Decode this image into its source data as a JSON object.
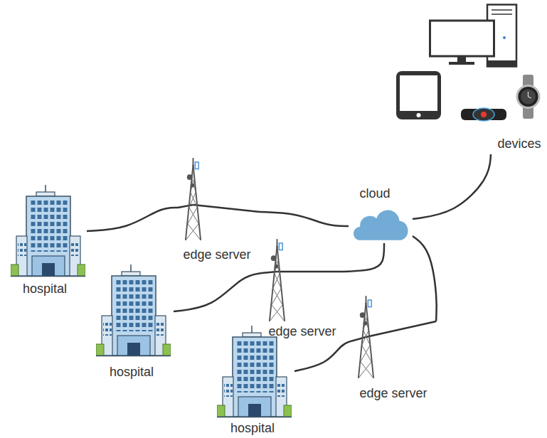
{
  "diagram": {
    "nodes": [
      {
        "text": [
          "devices"
        ]
      },
      {
        "text": [
          "cloud"
        ]
      },
      {
        "text": [
          "hospital"
        ]
      },
      {
        "text": [
          "edge server"
        ]
      },
      {
        "text": [
          "edge server"
        ]
      },
      {
        "text": [
          "hospital"
        ]
      },
      {
        "text": [
          "edge server"
        ]
      },
      {
        "text": [
          "hospital"
        ]
      }
    ],
    "edges": [
      {
        "from": 2,
        "to": 3,
        "arrow": "none"
      },
      {
        "from": 3,
        "to": 1,
        "arrow": "none"
      },
      {
        "from": 5,
        "to": 4,
        "arrow": "none"
      },
      {
        "from": 4,
        "to": 1,
        "arrow": "none"
      },
      {
        "from": 7,
        "to": 6,
        "arrow": "none"
      },
      {
        "from": 6,
        "to": 1,
        "arrow": "none"
      },
      {
        "from": 1,
        "to": 0,
        "arrow": "none"
      }
    ]
  }
}
